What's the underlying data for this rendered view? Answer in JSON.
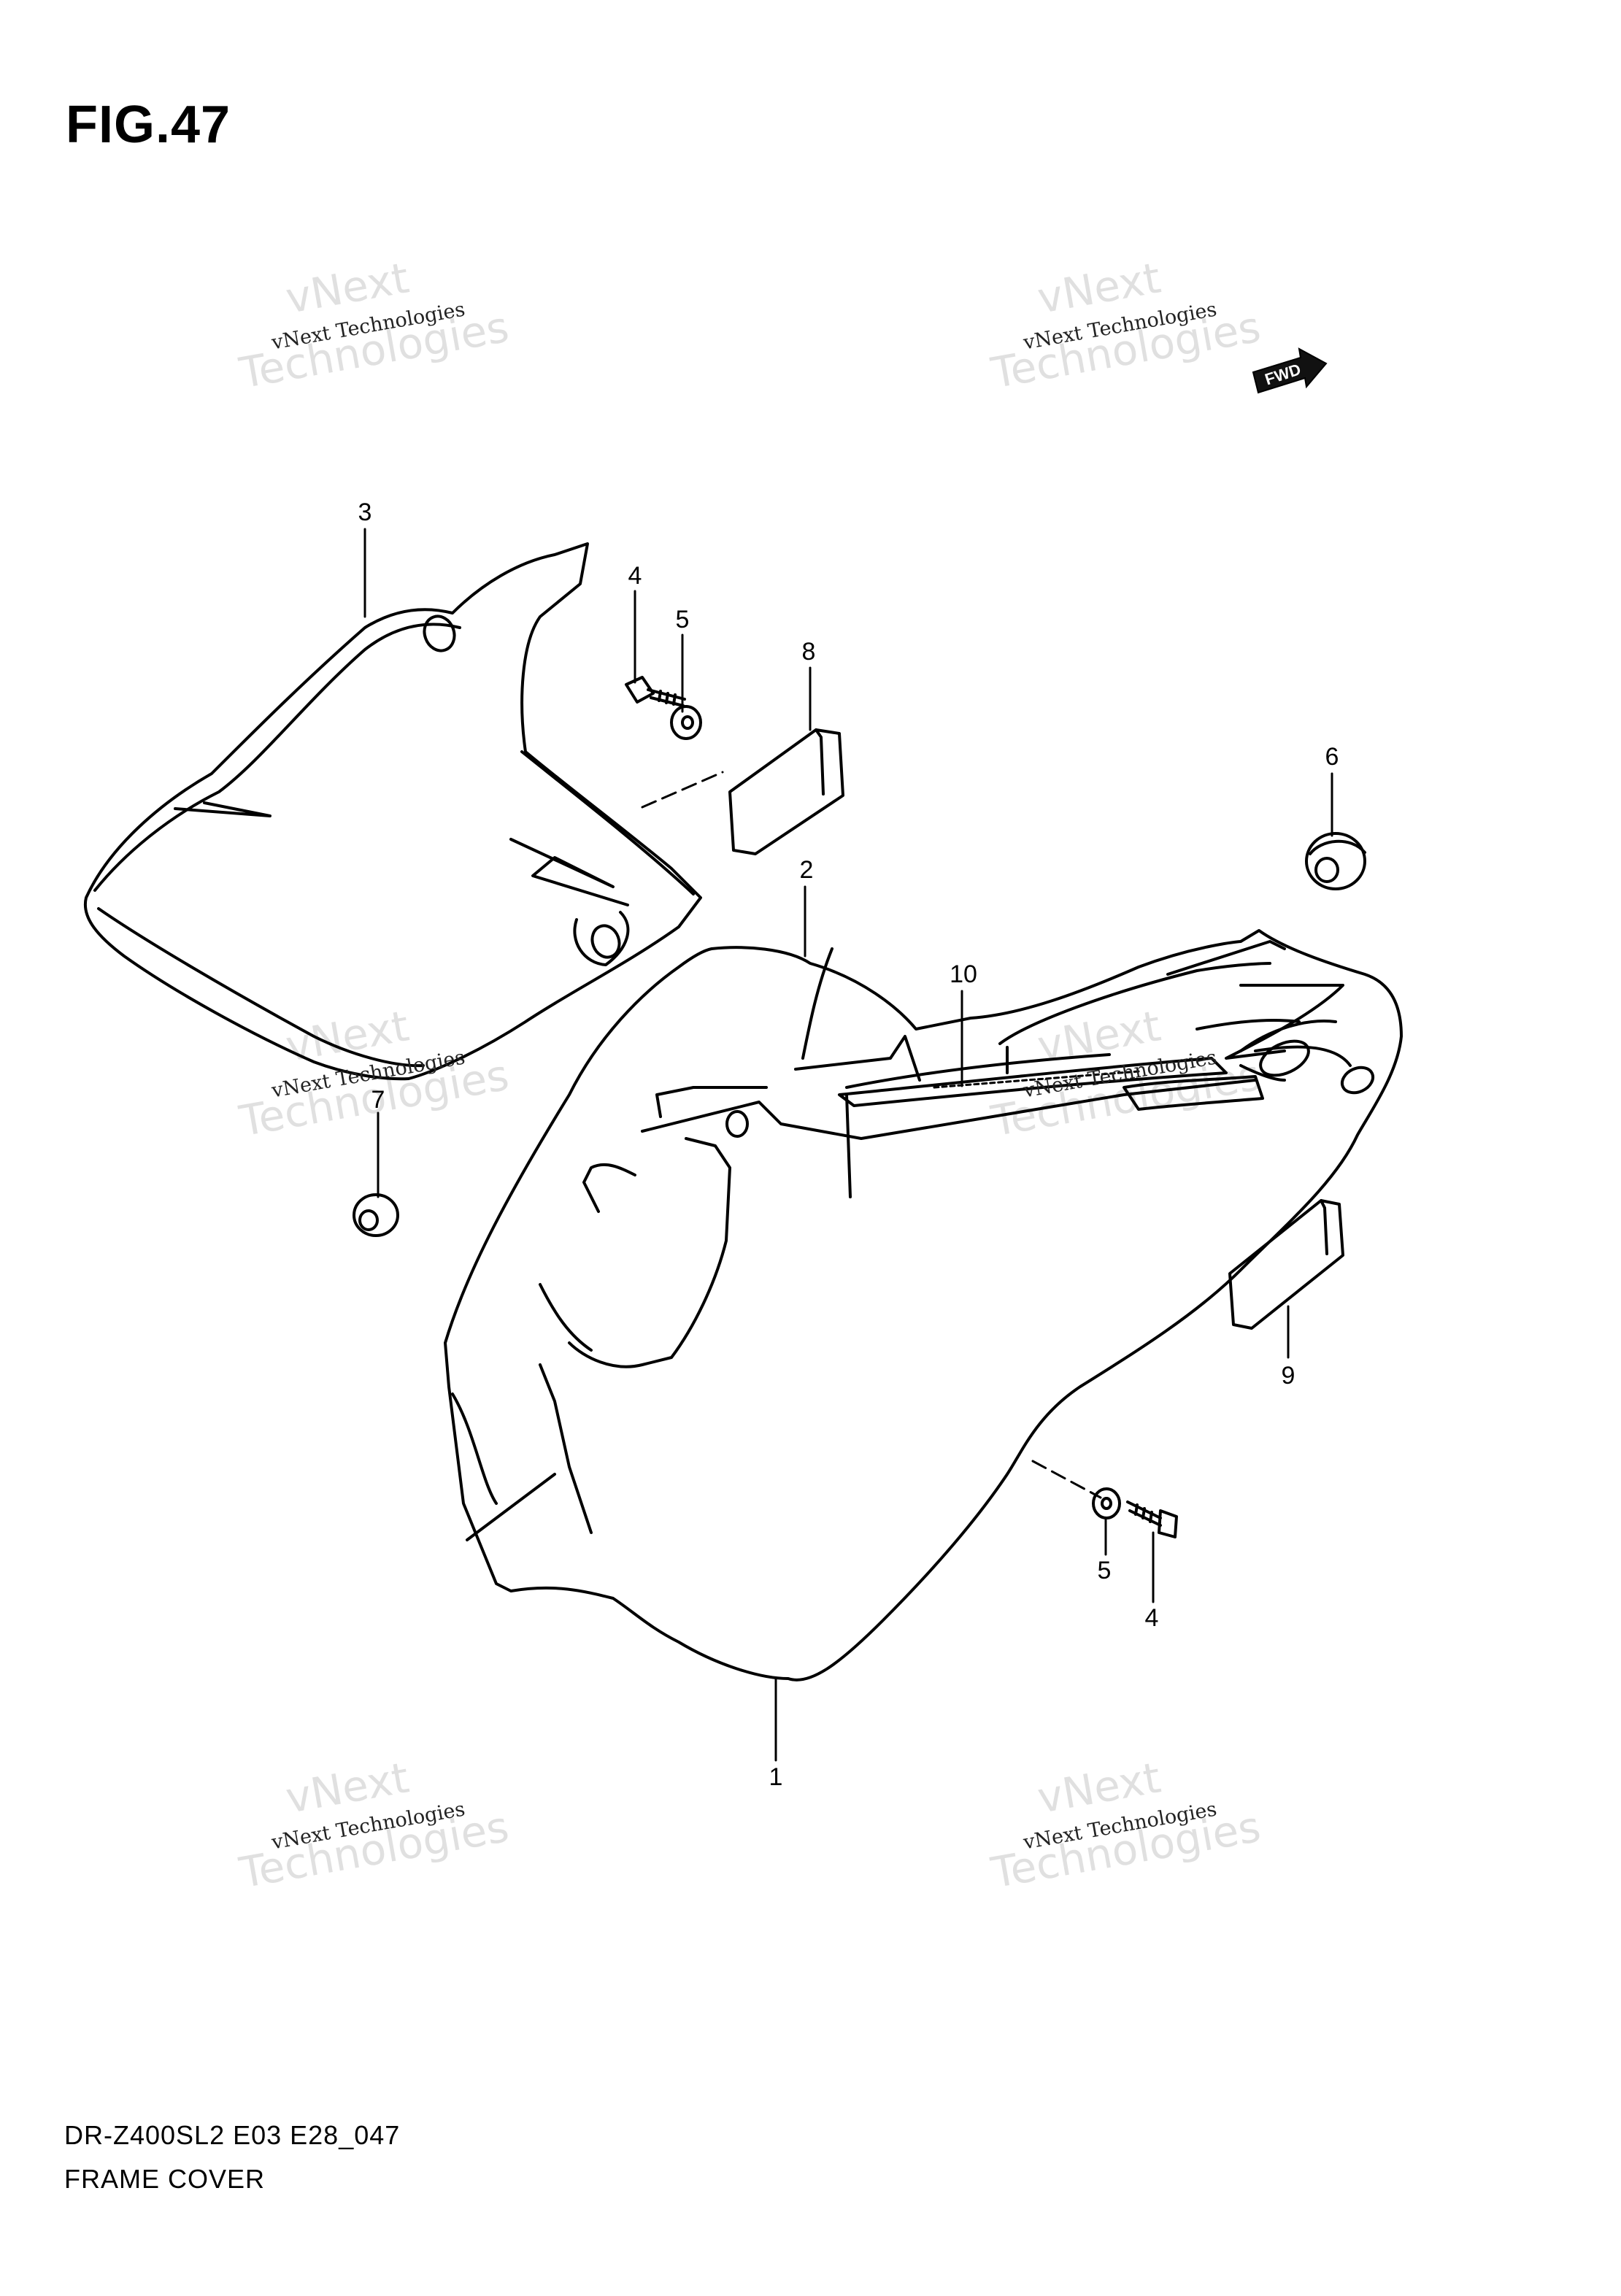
{
  "figure": {
    "title": "FIG.47"
  },
  "watermark": {
    "line1": "vNext",
    "line2": "vNext Technologies",
    "line3": "Technologies"
  },
  "direction_badge": {
    "label": "FWD",
    "icon": "fwd-arrow-icon"
  },
  "callouts": {
    "part_1": "1",
    "part_2": "2",
    "part_3": "3",
    "part_4_upper": "4",
    "part_4_lower": "4",
    "part_5_upper": "5",
    "part_5_lower": "5",
    "part_6": "6",
    "part_7": "7",
    "part_8": "8",
    "part_9": "9",
    "part_10": "10"
  },
  "footer": {
    "model_code": "DR-Z400SL2 E03 E28_047",
    "section_name": "FRAME COVER"
  }
}
